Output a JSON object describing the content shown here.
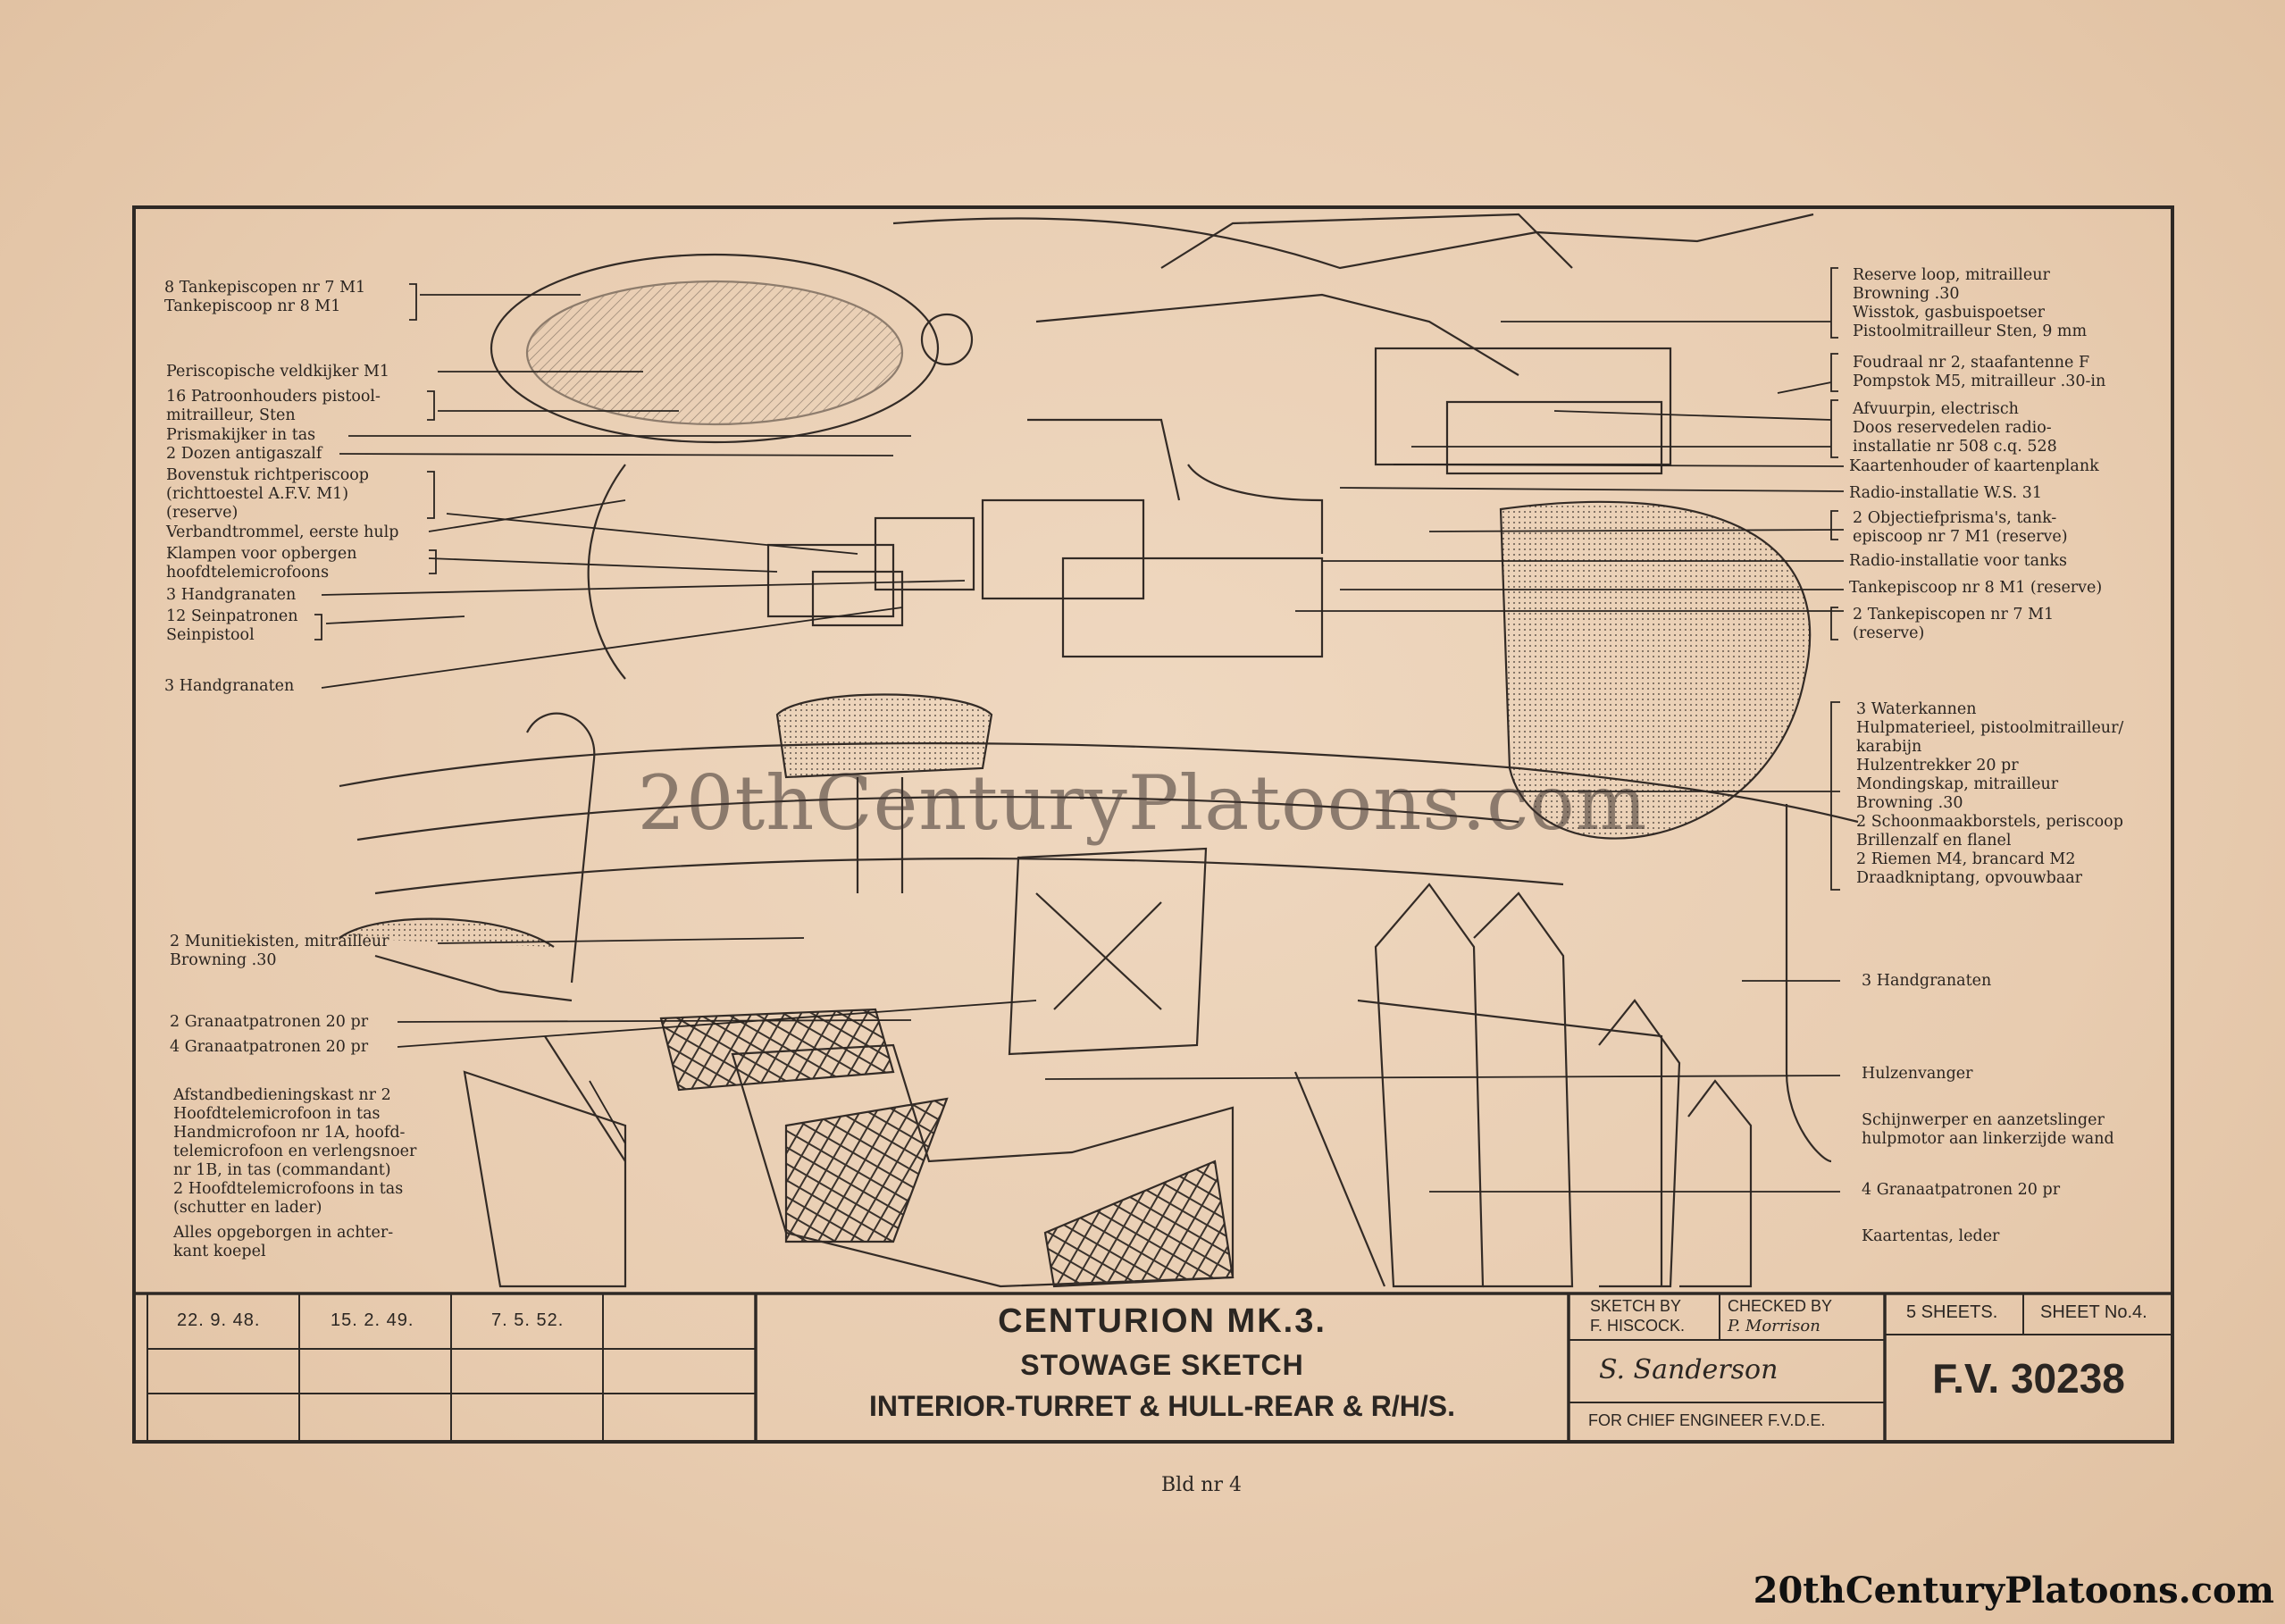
{
  "labels_left": [
    {
      "id": "l1",
      "text": "8 Tankepiscopen nr 7 M1\nTankepiscoop nr 8 M1"
    },
    {
      "id": "l2",
      "text": "Periscopische veldkijker M1"
    },
    {
      "id": "l3",
      "text": "16 Patroonhouders pistool-\n  mitrailleur, Sten"
    },
    {
      "id": "l4",
      "text": "Prismakijker in tas"
    },
    {
      "id": "l5",
      "text": "2 Dozen antigaszalf"
    },
    {
      "id": "l6",
      "text": "Bovenstuk richtperiscoop\n(richttoestel A.F.V. M1)\n(reserve)"
    },
    {
      "id": "l7",
      "text": "Verbandtrommel, eerste hulp"
    },
    {
      "id": "l8",
      "text": "Klampen voor opbergen\nhoofdtelemicrofoons"
    },
    {
      "id": "l9",
      "text": "3 Handgranaten"
    },
    {
      "id": "l10",
      "text": "12 Seinpatronen\nSeinpistool"
    },
    {
      "id": "l11",
      "text": "3 Handgranaten"
    },
    {
      "id": "l12",
      "text": "2 Munitiekisten, mitrailleur\n  Browning .30"
    },
    {
      "id": "l13",
      "text": "2 Granaatpatronen 20 pr"
    },
    {
      "id": "l14",
      "text": "4 Granaatpatronen 20 pr"
    },
    {
      "id": "l15",
      "text": "Afstandbedieningskast nr 2\nHoofdtelemicrofoon in tas\nHandmicrofoon nr 1A, hoofd-\n  telemicrofoon en verlengsnoer\n  nr 1B, in tas (commandant)\n2 Hoofdtelemicrofoons in tas\n  (schutter en lader)"
    },
    {
      "id": "l16",
      "text": "Alles opgeborgen in achter-\n  kant koepel"
    }
  ],
  "labels_right": [
    {
      "id": "r1",
      "text": "Reserve loop, mitrailleur\n   Browning .30\nWisstok, gasbuispoetser\nPistoolmitrailleur Sten, 9 mm"
    },
    {
      "id": "r2",
      "text": "Foudraal nr 2, staafantenne F\nPompstok M5, mitrailleur .30-in"
    },
    {
      "id": "r3",
      "text": "Afvuurpin, electrisch\nDoos reservedelen radio-\n  installatie nr 508 c.q. 528"
    },
    {
      "id": "r4",
      "text": "Kaartenhouder of kaartenplank"
    },
    {
      "id": "r5",
      "text": "Radio-installatie W.S. 31"
    },
    {
      "id": "r6",
      "text": "2 Objectiefprisma's, tank-\n  episcoop nr 7 M1 (reserve)"
    },
    {
      "id": "r7",
      "text": "Radio-installatie voor tanks"
    },
    {
      "id": "r8",
      "text": "Tankepiscoop nr 8 M1 (reserve)"
    },
    {
      "id": "r9",
      "text": "2 Tankepiscopen nr 7 M1\n  (reserve)"
    },
    {
      "id": "r10",
      "text": "3 Waterkannen\nHulpmaterieel, pistoolmitrailleur/\n  karabijn\nHulzentrekker 20 pr\nMondingskap, mitrailleur\n  Browning .30\n2 Schoonmaakborstels, periscoop\nBrillenzalf en flanel\n2 Riemen M4, brancard M2\nDraadkniptang, opvouwbaar"
    },
    {
      "id": "r11",
      "text": "3 Handgranaten"
    },
    {
      "id": "r12",
      "text": "Hulzenvanger"
    },
    {
      "id": "r13",
      "text": "Schijnwerper en aanzetslinger\nhulpmotor aan linkerzijde wand"
    },
    {
      "id": "r14",
      "text": "4 Granaatpatronen 20 pr"
    },
    {
      "id": "r15",
      "text": "Kaartentas, leder"
    }
  ],
  "title_block": {
    "dates": [
      "22. 9. 48.",
      "15. 2. 49.",
      "7. 5. 52."
    ],
    "title_line1": "CENTURION  MK.3.",
    "title_line2": "STOWAGE SKETCH",
    "title_line3": "INTERIOR-TURRET & HULL-REAR & R/H/S.",
    "sketch_by_label": "SKETCH BY",
    "sketch_by_name": "F. HISCOCK.",
    "checked_by_label": "CHECKED BY",
    "checked_by_name": "P. Morrison",
    "sheets": "5 SHEETS.",
    "sheet_no": "SHEET No.4.",
    "signature": "S. Sanderson",
    "for_chief": "FOR CHIEF ENGINEER  F.V.D.E.",
    "drawing_no": "F.V. 30238"
  },
  "watermark": "20thCenturyPlatoons.com",
  "caption": "Bld nr 4",
  "corner_watermark": "20thCenturyPlatoons.com"
}
